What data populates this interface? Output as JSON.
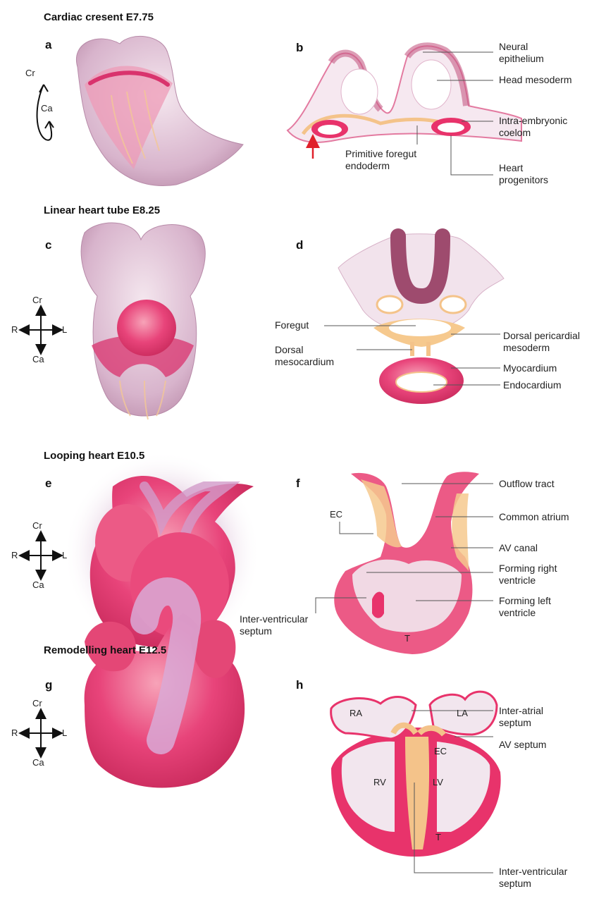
{
  "stages": [
    {
      "title": "Cardiac cresent E7.75",
      "left_letter": "a",
      "right_letter": "b"
    },
    {
      "title": "Linear heart tube E8.25",
      "left_letter": "c",
      "right_letter": "d"
    },
    {
      "title": "Looping heart E10.5",
      "left_letter": "e",
      "right_letter": "f"
    },
    {
      "title": "Remodelling heart E12.5",
      "left_letter": "g",
      "right_letter": "h"
    }
  ],
  "axes": {
    "cr": "Cr",
    "ca": "Ca",
    "r": "R",
    "l": "L"
  },
  "panel_b": {
    "neural_epithelium": [
      "Neural",
      "epithelium"
    ],
    "head_mesoderm": "Head mesoderm",
    "coelom": [
      "Intra-embryonic",
      "coelom"
    ],
    "foregut_endoderm": [
      "Primitive foregut",
      "endoderm"
    ],
    "heart_progenitors": [
      "Heart",
      "progenitors"
    ]
  },
  "panel_d": {
    "foregut": "Foregut",
    "dorsal_mesocardium": [
      "Dorsal",
      "mesocardium"
    ],
    "dorsal_pericardial": [
      "Dorsal pericardial",
      "mesoderm"
    ],
    "myocardium": "Myocardium",
    "endocardium": "Endocardium"
  },
  "panel_f": {
    "outflow": "Outflow tract",
    "common_atrium": "Common atrium",
    "av_canal": "AV canal",
    "ec": "EC",
    "right_ventricle": [
      "Forming right",
      "ventricle"
    ],
    "left_ventricle": [
      "Forming left",
      "ventricle"
    ],
    "ivs": [
      "Inter-ventricular",
      "septum"
    ],
    "t": "T"
  },
  "panel_h": {
    "ra": "RA",
    "la": "LA",
    "rv": "RV",
    "lv": "LV",
    "ec": "EC",
    "t": "T",
    "inter_atrial": [
      "Inter-atrial",
      "septum"
    ],
    "av_septum": "AV septum",
    "ivs": [
      "Inter-ventricular",
      "septum"
    ]
  },
  "colors": {
    "myocardium": "#e8336b",
    "cardiac_pink": "#e65a8a",
    "mesoderm_peach": "#f6c98e",
    "tissue_lilac": "#d9b8d0"
  }
}
